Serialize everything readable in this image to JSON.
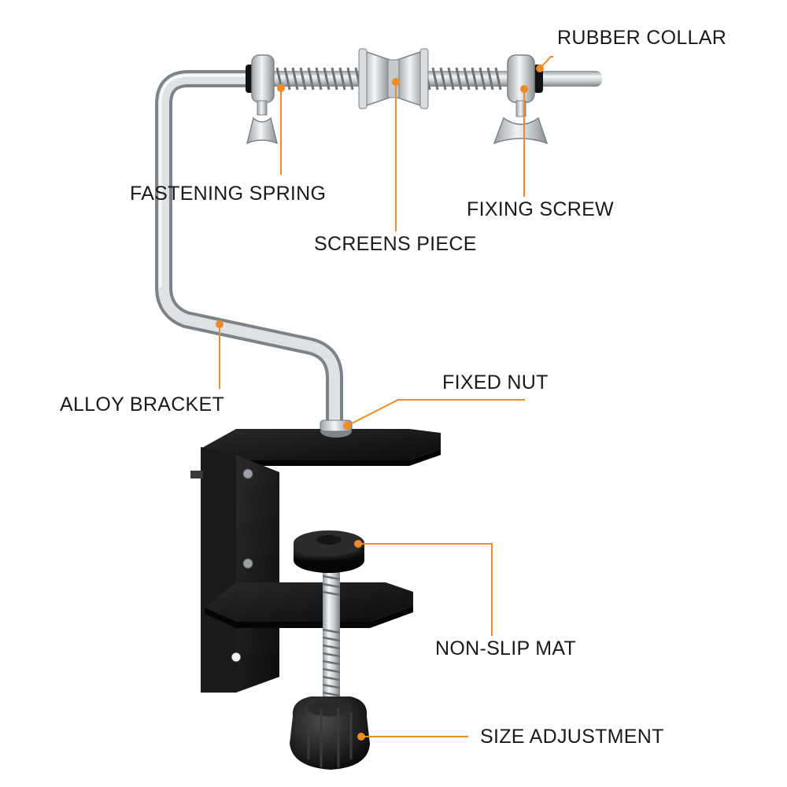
{
  "labels": {
    "rubber_collar": "RUBBER COLLAR",
    "fastening_spring": "FASTENING SPRING",
    "fixing_screw": "FIXING SCREW",
    "screens_piece": "SCREENS PIECE",
    "alloy_bracket": "ALLOY BRACKET",
    "fixed_nut": "FIXED NUT",
    "non_slip_mat": "NON-SLIP MAT",
    "size_adjustment": "SIZE ADJUSTMENT"
  },
  "colors": {
    "leader": "#f08a24",
    "metal_light": "#eef0f2",
    "metal_dark": "#8a8e93",
    "clamp_black": "#111111",
    "text": "#1a1a1a"
  }
}
